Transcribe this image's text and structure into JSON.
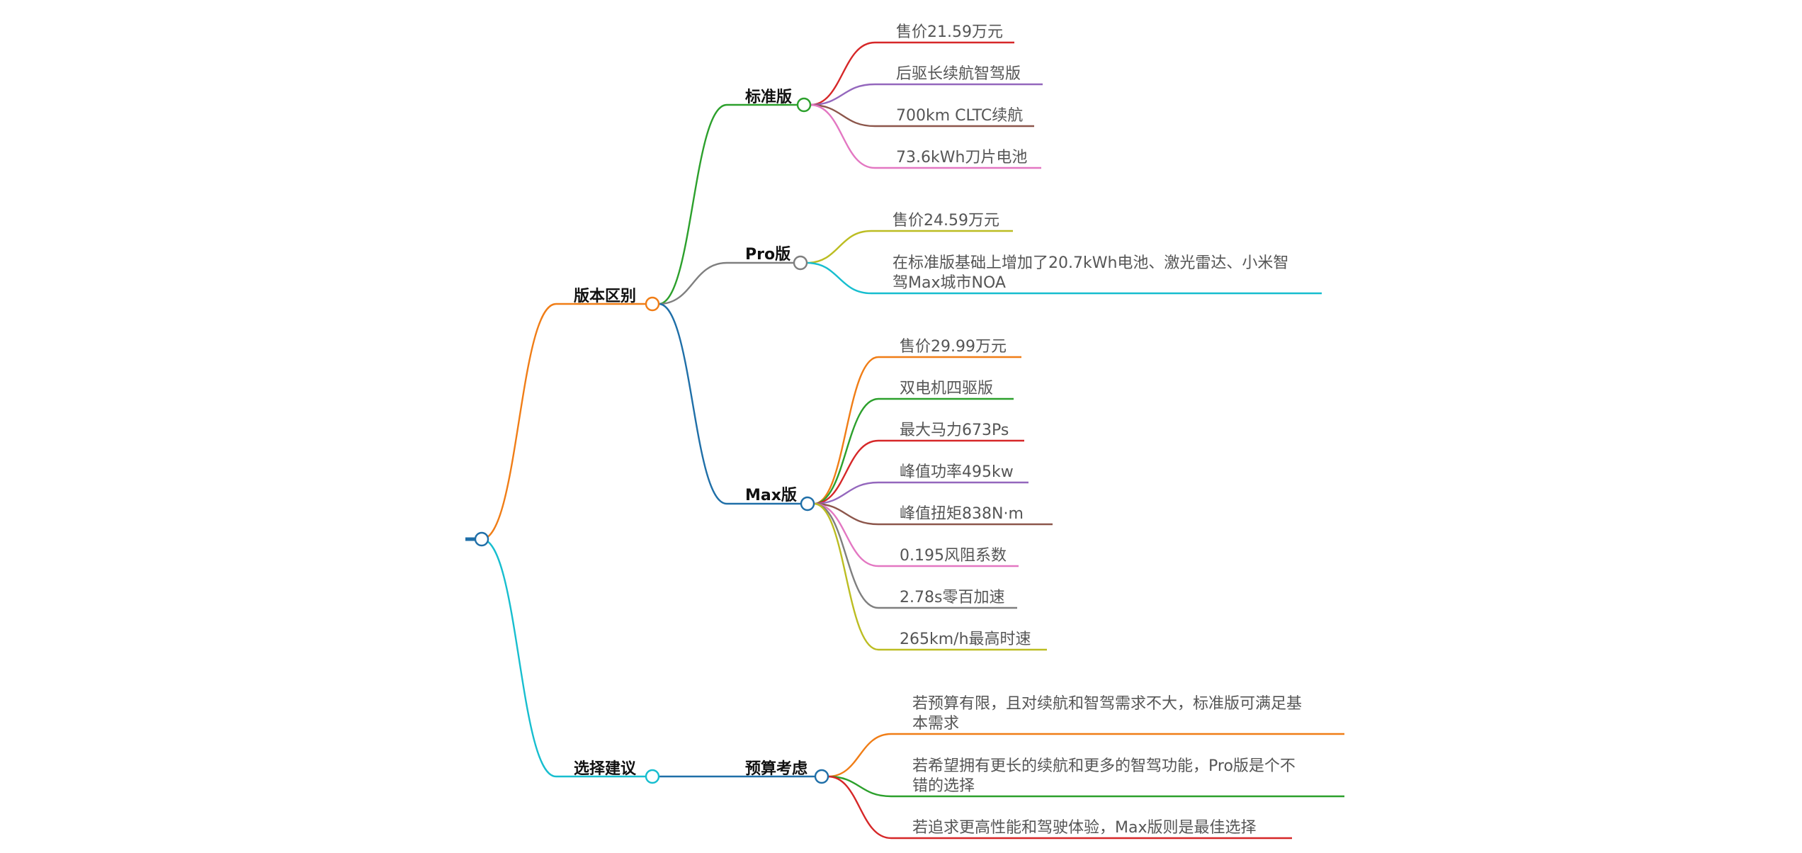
{
  "root": {
    "label": "",
    "color": "#1f6fa8",
    "children": [
      {
        "label": "版本区别",
        "color": "#f07d16",
        "children": [
          {
            "label": "标准版",
            "color": "#2ca02c",
            "leaves": [
              {
                "text": "售价21.59万元",
                "color": "#d62728"
              },
              {
                "text": "后驱长续航智驾版",
                "color": "#9467bd"
              },
              {
                "text": "700km CLTC续航",
                "color": "#8c564b"
              },
              {
                "text": "73.6kWh刀片电池",
                "color": "#e377c2"
              }
            ]
          },
          {
            "label": "Pro版",
            "color": "#7f7f7f",
            "leaves": [
              {
                "text": "售价24.59万元",
                "color": "#bcbd22"
              },
              {
                "lines": [
                  "在标准版基础上增加了20.7kWh电池、激光雷达、小米智",
                  "驾Max城市NOA"
                ],
                "color": "#17becf"
              }
            ]
          },
          {
            "label": "Max版",
            "color": "#1f6fa8",
            "leaves": [
              {
                "text": "售价29.99万元",
                "color": "#f07d16"
              },
              {
                "text": "双电机四驱版",
                "color": "#2ca02c"
              },
              {
                "text": "最大马力673Ps",
                "color": "#d62728"
              },
              {
                "text": "峰值功率495kw",
                "color": "#9467bd"
              },
              {
                "text": "峰值扭矩838N·m",
                "color": "#8c564b"
              },
              {
                "text": "0.195风阻系数",
                "color": "#e377c2"
              },
              {
                "text": "2.78s零百加速",
                "color": "#7f7f7f"
              },
              {
                "text": "265km/h最高时速",
                "color": "#bcbd22"
              }
            ]
          }
        ]
      },
      {
        "label": "选择建议",
        "color": "#17becf",
        "children": [
          {
            "label": "预算考虑",
            "color": "#1f6fa8",
            "leaves": [
              {
                "lines": [
                  "若预算有限，且对续航和智驾需求不大，标准版可满足基",
                  "本需求"
                ],
                "color": "#f07d16"
              },
              {
                "lines": [
                  "若希望拥有更长的续航和更多的智驾功能，Pro版是个不",
                  "错的选择"
                ],
                "color": "#2ca02c"
              },
              {
                "text": "若追求更高性能和驾驶体验，Max版则是最佳选择",
                "color": "#d62728"
              }
            ]
          }
        ]
      }
    ]
  }
}
